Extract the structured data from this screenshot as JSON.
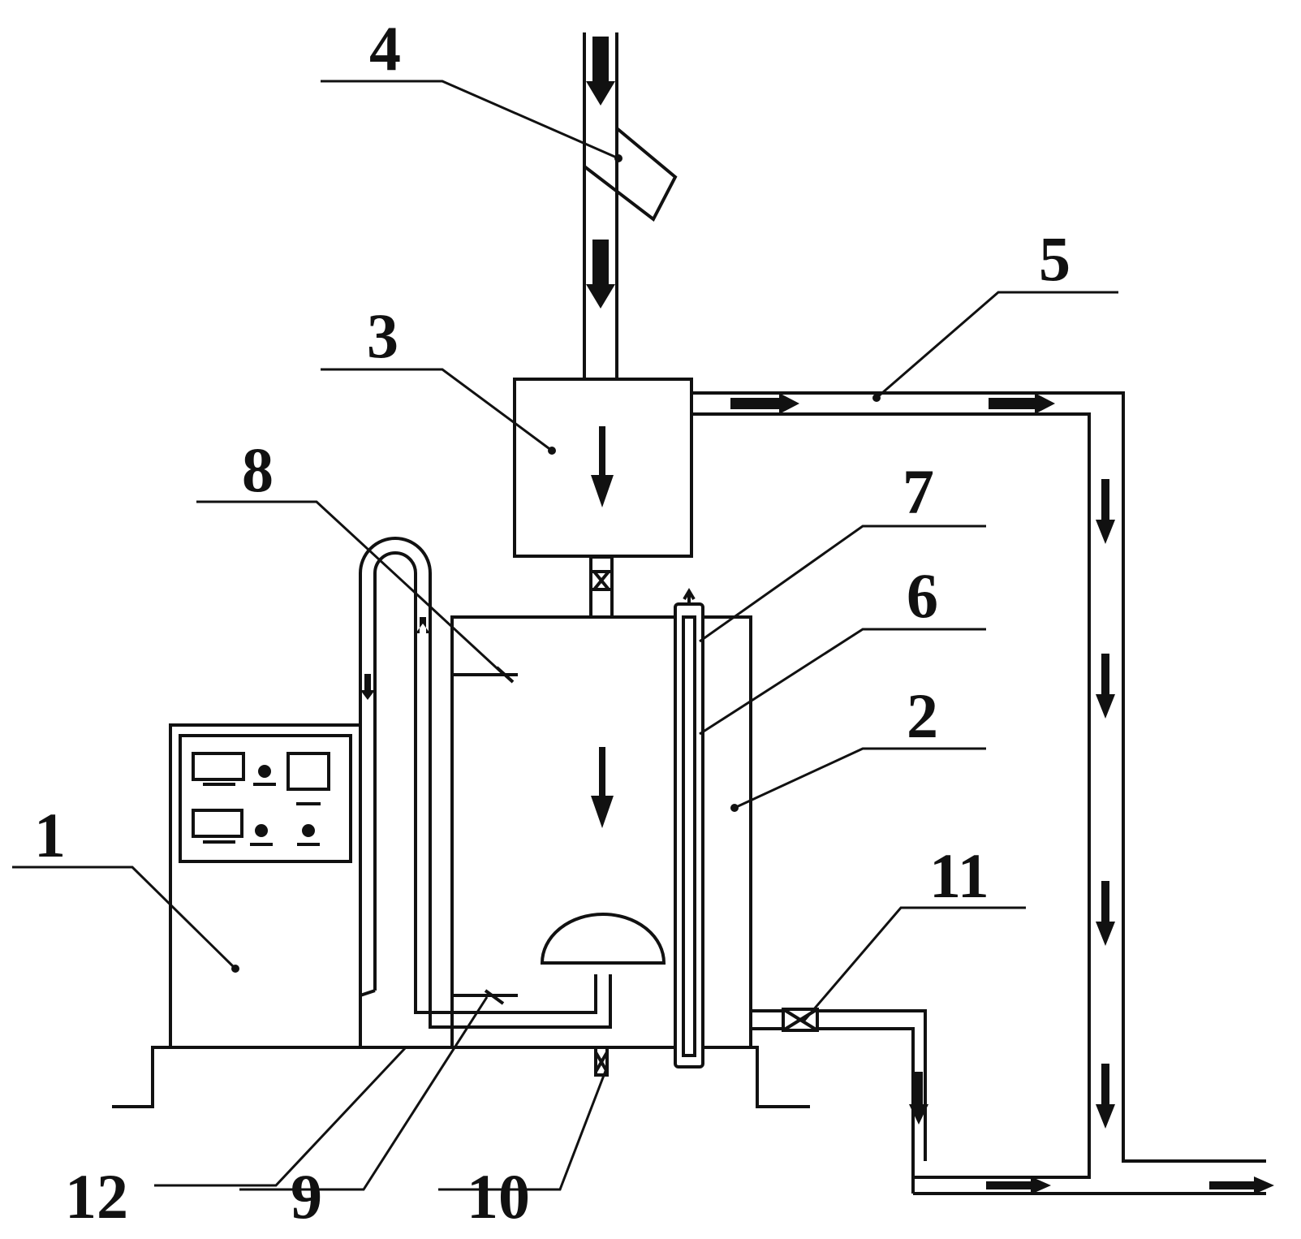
{
  "labels": {
    "l1": "1",
    "l2": "2",
    "l3": "3",
    "l4": "4",
    "l5": "5",
    "l6": "6",
    "l7": "7",
    "l8": "8",
    "l9": "9",
    "l10": "10",
    "l11": "11",
    "l12": "12"
  },
  "colors": {
    "ink": "#111111",
    "paper": "#ffffff",
    "panel": "#ffffff"
  }
}
